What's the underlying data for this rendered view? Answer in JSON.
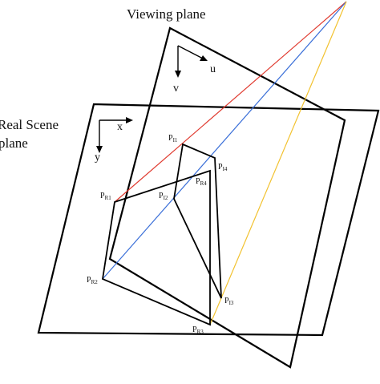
{
  "labels": {
    "viewing_plane": "Viewing plane",
    "real_scene_line1": "Real Scene",
    "real_scene_line2": "plane",
    "axis_u": "u",
    "axis_v": "v",
    "axis_x": "x",
    "axis_y": "y"
  },
  "points": {
    "p": "P",
    "I1": "I1",
    "I2": "I2",
    "I3": "I3",
    "I4": "I4",
    "R1": "R1",
    "R2": "R2",
    "R3": "R3",
    "R4": "R4"
  },
  "colors": {
    "ray_red": "#e03a2f",
    "ray_blue": "#3a6fd8",
    "ray_yellow": "#f2c230",
    "stroke": "#000000"
  }
}
